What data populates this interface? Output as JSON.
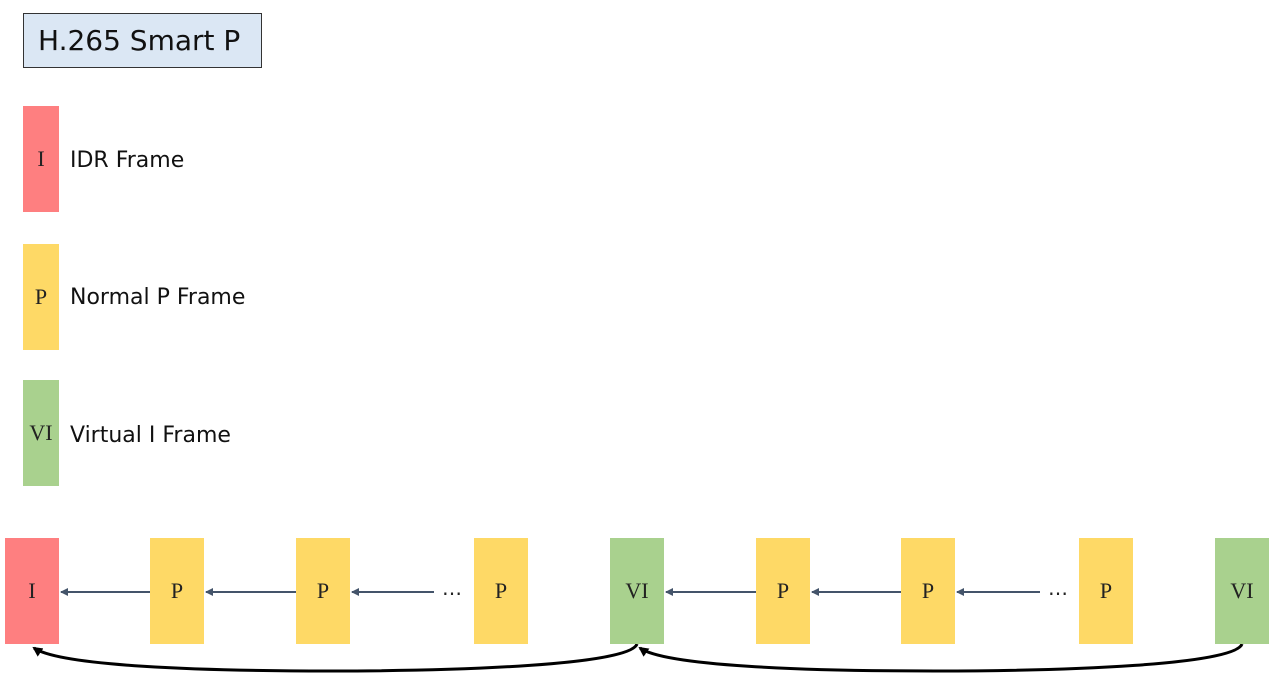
{
  "title": "H.265 Smart P",
  "colors": {
    "idr": "#fe7f80",
    "p": "#fed966",
    "vi": "#a9d18e",
    "arrow": "#44546a",
    "curve": "#000000"
  },
  "legend": [
    {
      "glyph": "I",
      "label": "IDR Frame"
    },
    {
      "glyph": "P",
      "label": "Normal P Frame"
    },
    {
      "glyph": "VI",
      "label": "Virtual I Frame"
    }
  ],
  "sequence": [
    {
      "glyph": "I",
      "kind": "idr"
    },
    {
      "glyph": "P",
      "kind": "p"
    },
    {
      "glyph": "P",
      "kind": "p"
    },
    {
      "glyph": "P",
      "kind": "p"
    },
    {
      "glyph": "VI",
      "kind": "vi"
    },
    {
      "glyph": "P",
      "kind": "p"
    },
    {
      "glyph": "P",
      "kind": "p"
    },
    {
      "glyph": "P",
      "kind": "p"
    },
    {
      "glyph": "VI",
      "kind": "vi"
    }
  ],
  "ellipsis": "…"
}
